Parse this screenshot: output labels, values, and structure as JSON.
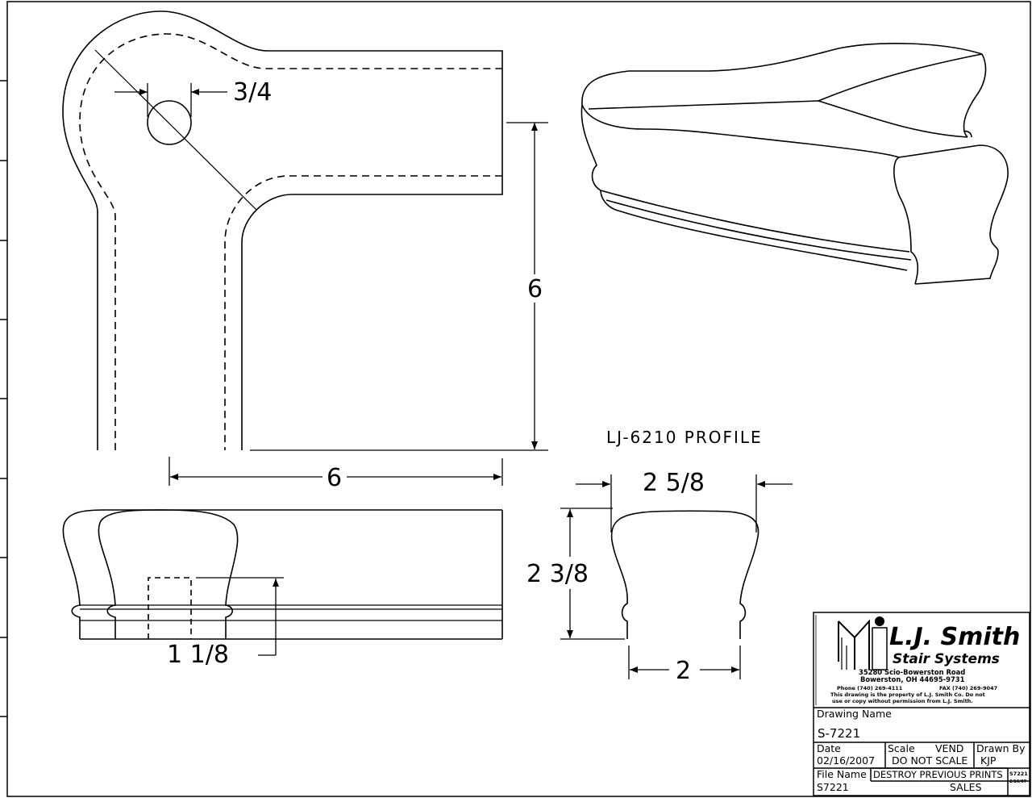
{
  "dimensions": {
    "hole_diameter": "3/4",
    "height": "6",
    "width": "6",
    "hole_depth": "1 1/8",
    "profile_width": "2 5/8",
    "profile_height": "2 3/8",
    "profile_base": "2"
  },
  "profile_label": "LJ-6210 PROFILE",
  "title_block": {
    "company_name": "L.J. Smith",
    "company_sub": "Stair Systems",
    "address_1": "35280 Scio-Bowerston Road",
    "address_2": "Bowerston, OH 44695-9731",
    "phone": "Phone (740) 269-4111",
    "fax": "FAX (740) 269-9047",
    "notice_1": "This drawing is the property of L.J. Smith Co. Do not",
    "notice_2": "use or copy without permission from L.J. Smith.",
    "drawing_name_label": "Drawing Name",
    "drawing_name": "S-7221",
    "date_label": "Date",
    "date": "02/16/2007",
    "scale_label": "Scale",
    "scale_vend": "VEND",
    "scale_value": "DO NOT SCALE",
    "drawn_by_label": "Drawn By",
    "drawn_by": "KJP",
    "file_name_label": "File Name",
    "file_name_note": "DESTROY PREVIOUS PRINTS",
    "file_name": "S7221",
    "sales": "SALES",
    "corner_code": "S7221",
    "corner_date": "2/16/07"
  }
}
